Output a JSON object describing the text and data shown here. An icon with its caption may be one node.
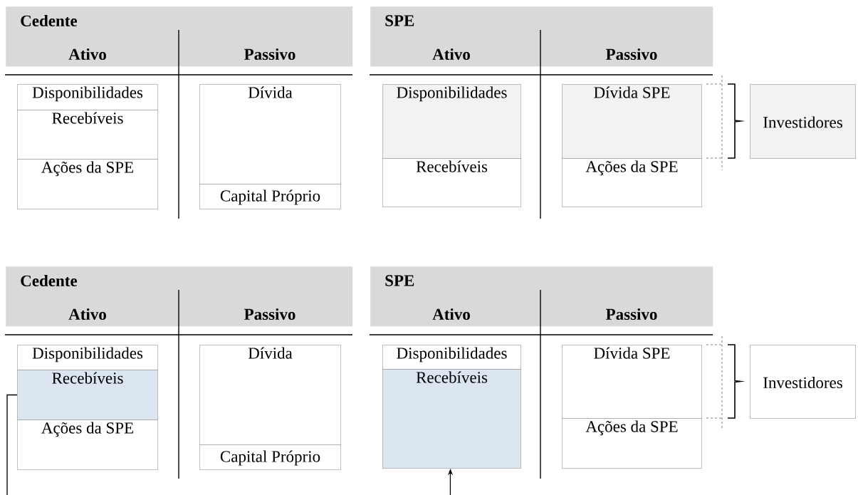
{
  "diagram": {
    "nodes": [
      {
        "text": [
          "Cedente",
          "Ativo",
          "Passivo"
        ]
      },
      {
        "text": [
          "Disponibilidades"
        ]
      },
      {
        "text": [
          "Recebíveis"
        ]
      },
      {
        "text": [
          "Ações da SPE"
        ]
      },
      {
        "text": [
          "Dívida"
        ]
      },
      {
        "text": [
          "Capital Próprio"
        ]
      },
      {
        "text": [
          "SPE",
          "Ativo",
          "Passivo"
        ]
      },
      {
        "text": [
          "Disponibilidades"
        ]
      },
      {
        "text": [
          "Recebíveis"
        ]
      },
      {
        "text": [
          "Dívida SPE"
        ]
      },
      {
        "text": [
          "Ações da SPE"
        ]
      },
      {
        "text": [
          "Investidores"
        ]
      },
      {
        "text": [
          "Cedente",
          "Ativo",
          "Passivo"
        ]
      },
      {
        "text": [
          "Disponibilidades"
        ]
      },
      {
        "text": [
          "Recebíveis"
        ]
      },
      {
        "text": [
          "Ações da SPE"
        ]
      },
      {
        "text": [
          "Dívida"
        ]
      },
      {
        "text": [
          "Capital Próprio"
        ]
      },
      {
        "text": [
          "SPE",
          "Ativo",
          "Passivo"
        ]
      },
      {
        "text": [
          "Disponibilidades"
        ]
      },
      {
        "text": [
          "Recebíveis"
        ]
      },
      {
        "text": [
          "Dívida SPE"
        ]
      },
      {
        "text": [
          "Ações da SPE"
        ]
      },
      {
        "text": [
          "Investidores"
        ]
      }
    ],
    "edges": [
      {
        "from": 14,
        "to": 20,
        "arrow": "to"
      }
    ]
  }
}
